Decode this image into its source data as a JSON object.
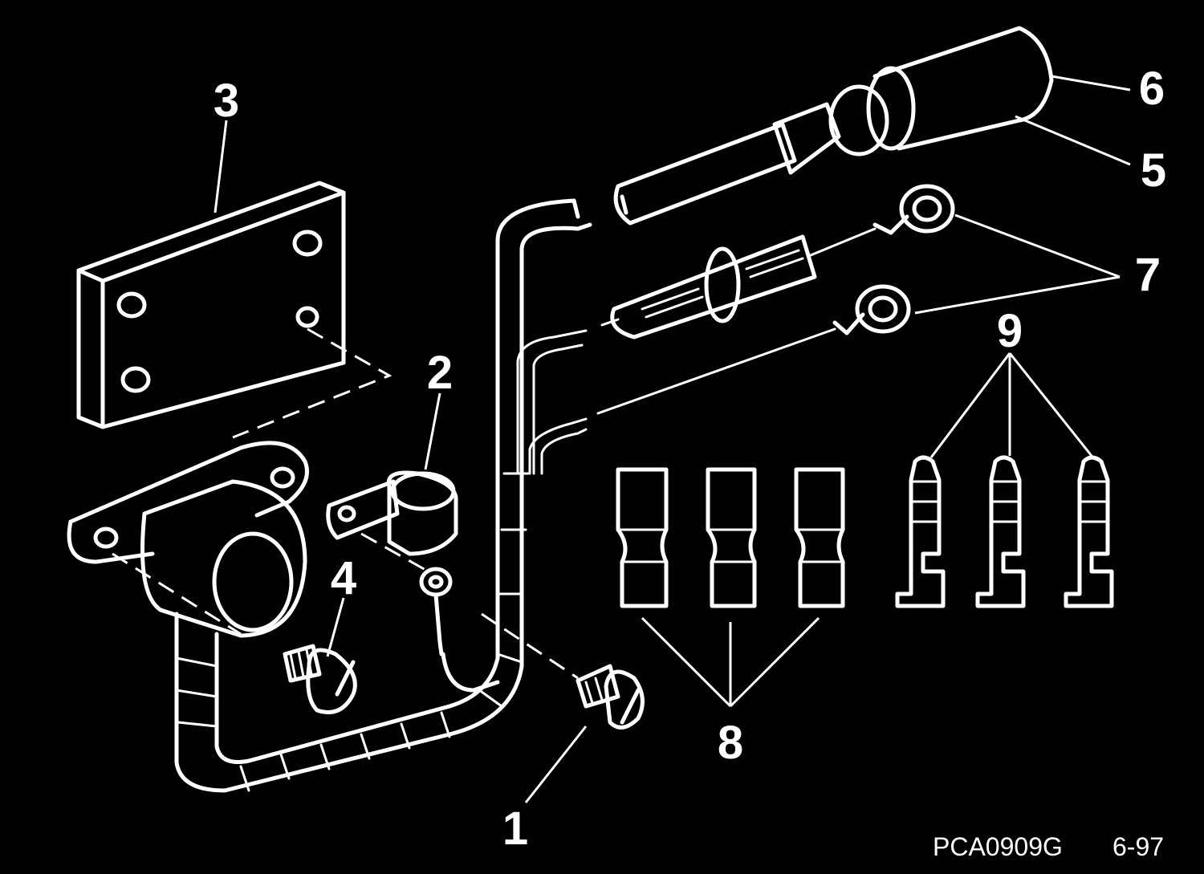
{
  "callouts": {
    "c1": "1",
    "c2": "2",
    "c3": "3",
    "c4": "4",
    "c5": "5",
    "c6": "6",
    "c7": "7",
    "c8": "8",
    "c9": "9"
  },
  "footer": {
    "figure_code": "PCA0909G",
    "date_code": "6-97"
  },
  "colors": {
    "background": "#000000",
    "linework": "#ffffff"
  }
}
